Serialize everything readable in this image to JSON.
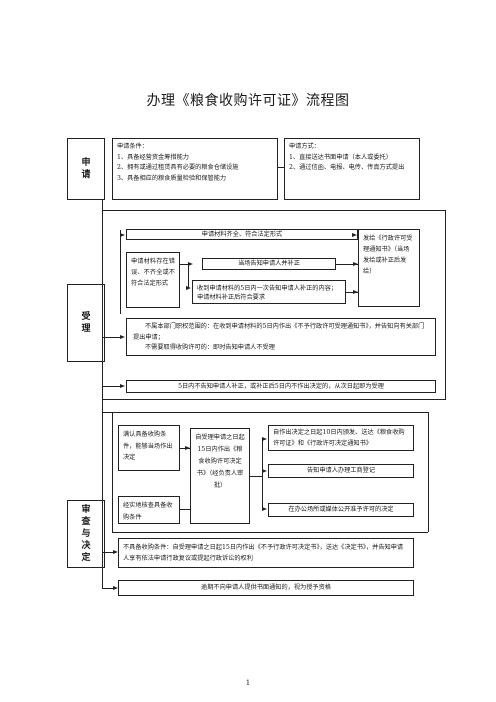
{
  "title": "办理《粮食收购许可证》流程图",
  "stages": {
    "apply": "申请",
    "accept": "受理",
    "review": "审查与决定"
  },
  "apply": {
    "conditions": {
      "heading": "申请条件：",
      "items": [
        "1、具备经营资金筹措能力",
        "2、拥有或通过租赁具有必要的粮食仓储设施",
        "3、具备相应的粮食质量检验和保管能力"
      ]
    },
    "methods": {
      "heading": "申请方式：",
      "items": [
        "1、直接送达书面申请（本人或委托）",
        "2、通过信函、电报、电传、传真方式提出"
      ]
    }
  },
  "accept": {
    "complete": "申请材料齐全、符合法定形式",
    "issue_notice": "发给《行政许可受理通知书》（当场发给或补正后发给）",
    "incomplete": "申请材料存在错误、不齐全或不符合法定形式",
    "notify_spot": "当场告知申请人并补正",
    "notify_5days": "收到申请材料的5日内一次告知申请人补正的内容；申请材料补正后符合要求",
    "out_of_scope_1": "不属本部门职权范围的：在收到申请材料的5日内作出《不予行政许可受理通知书》，并告知向有关部门提出申请；",
    "out_of_scope_2": "不需要取得收购许可的：即时告知申请人不受理",
    "deadline": "5日内不告知申请人补正，或补正后5日内不作出决定的，从次日起即为受理"
  },
  "review": {
    "meets": "满认具备收购条件，能够当场作出决定",
    "verify": "经实地核查具备收购条件",
    "decision": "自受理申请之日起15日内作出《粮食收购许可决定书》（经负责人审批）",
    "issue": "自作出决定之日起10日内颁发、送达《粮食收购许可证》和《行政许可决定通知书》",
    "register": "告知申请人办理工商登记",
    "publish": "在办公场所或媒体公开准予许可的决定",
    "reject": "不具备收购条件：自受理申请之日起15日内作出《不予行政许可决定书》，送达《决定书》，并告知申请人享有依法申请行政复议或提起行政诉讼的权利",
    "overdue": "逾期不向申请人提供书面通知的，视为授予资格"
  },
  "page_number": "1"
}
